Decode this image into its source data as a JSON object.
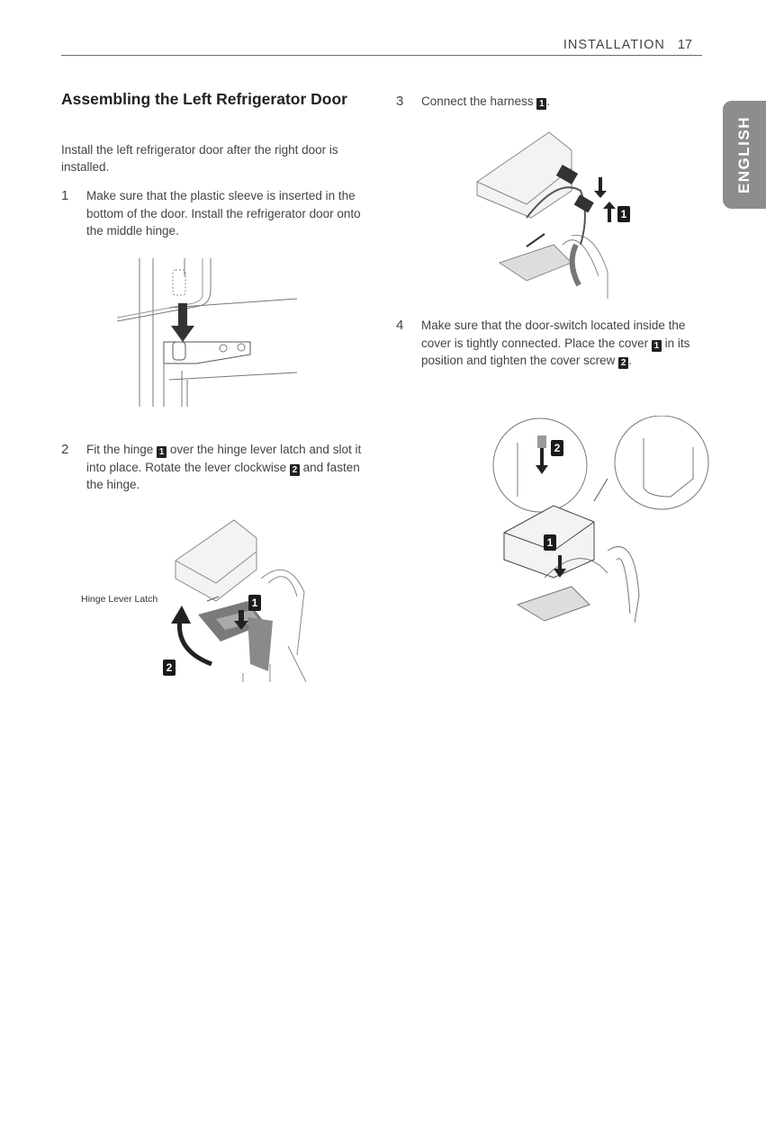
{
  "header": {
    "section": "INSTALLATION",
    "page": "17"
  },
  "tab": {
    "label": "ENGLISH"
  },
  "title": "Assembling the Left Refrigerator Door",
  "intro": "Install the left refrigerator door after the right door is installed.",
  "steps": [
    {
      "num": "1",
      "text": "Make sure that the plastic sleeve is inserted in the bottom of the door. Install the refrigerator door onto the middle hinge."
    },
    {
      "num": "2",
      "text_a": "Fit the hinge",
      "text_b": "over the hinge lever latch and slot it into place. Rotate the lever clockwise",
      "text_c": "and fasten the hinge."
    },
    {
      "num": "3",
      "text_a": "Connect the harness",
      "text_b": "."
    },
    {
      "num": "4",
      "text_a": "Make sure that the door-switch located inside the cover is tightly connected. Place the cover",
      "text_b": "in its position and tighten the cover screw",
      "text_c": "."
    }
  ],
  "markers": {
    "one": "1",
    "two": "2"
  },
  "figure_label": "Hinge Lever Latch"
}
